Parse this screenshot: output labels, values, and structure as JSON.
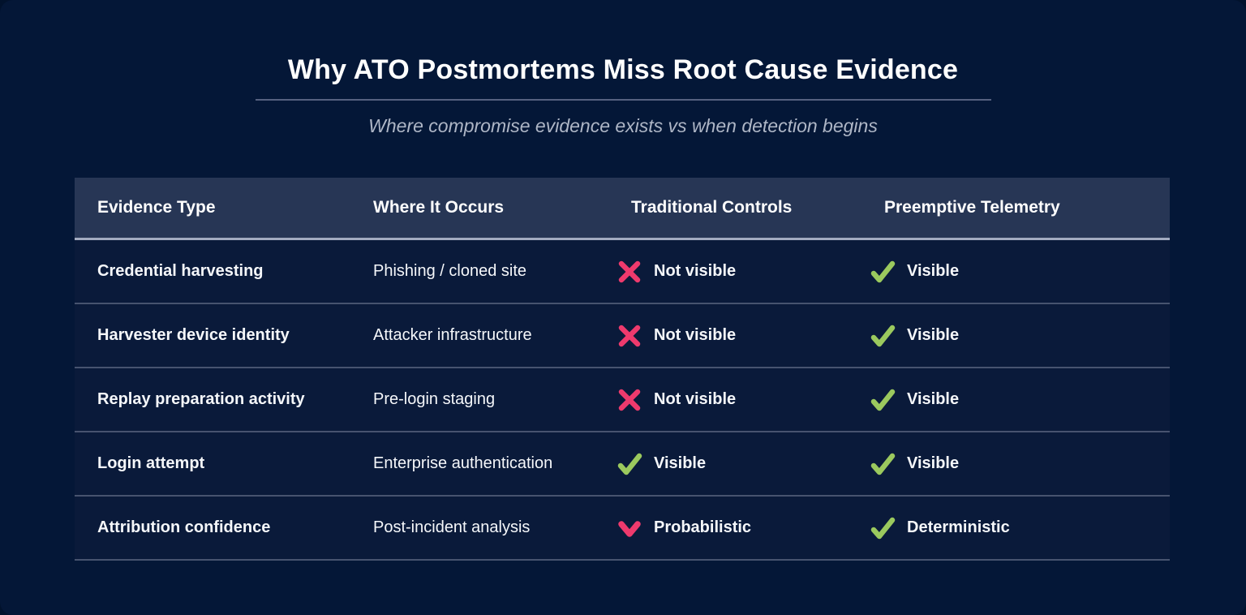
{
  "header": {
    "title": "Why ATO Postmortems Miss Root Cause Evidence",
    "subtitle": "Where compromise evidence exists vs when detection begins"
  },
  "colors": {
    "background": "#041737",
    "table_header_bg": "#273655",
    "row_bg": "#0a1a3a",
    "row_divider": "#47536f",
    "header_underline": "#a3abc0",
    "cross_pink": "#ee3a6d",
    "check_green": "#9bc95e",
    "subtitle_gray": "#aeb6c6"
  },
  "chart_data": {
    "type": "table",
    "title": "Why ATO Postmortems Miss Root Cause Evidence",
    "subtitle": "Where compromise evidence exists vs when detection begins",
    "columns": [
      "Evidence Type",
      "Where It Occurs",
      "Traditional Controls",
      "Preemptive Telemetry"
    ],
    "rows": [
      [
        "Credential harvesting",
        "Phishing / cloned site",
        "Not visible",
        "Visible"
      ],
      [
        "Harvester device identity",
        "Attacker infrastructure",
        "Not visible",
        "Visible"
      ],
      [
        "Replay preparation activity",
        "Pre-login staging",
        "Not visible",
        "Visible"
      ],
      [
        "Login attempt",
        "Enterprise authentication",
        "Visible",
        "Visible"
      ],
      [
        "Attribution confidence",
        "Post-incident analysis",
        "Probabilistic",
        "Deterministic"
      ]
    ]
  },
  "table": {
    "columns": {
      "c1": "Evidence Type",
      "c2": "Where It Occurs",
      "c3": "Traditional Controls",
      "c4": "Preemptive Telemetry"
    },
    "rows": [
      {
        "evidence_type": "Credential harvesting",
        "where_it_occurs": "Phishing / cloned site",
        "traditional": {
          "mark": "cross-icon",
          "status": "Not visible"
        },
        "preemptive": {
          "mark": "check-icon",
          "status": "Visible"
        }
      },
      {
        "evidence_type": "Harvester device identity",
        "where_it_occurs": "Attacker infrastructure",
        "traditional": {
          "mark": "cross-icon",
          "status": "Not visible"
        },
        "preemptive": {
          "mark": "check-icon",
          "status": "Visible"
        }
      },
      {
        "evidence_type": "Replay preparation activity",
        "where_it_occurs": "Pre-login staging",
        "traditional": {
          "mark": "cross-icon",
          "status": "Not visible"
        },
        "preemptive": {
          "mark": "check-icon",
          "status": "Visible"
        }
      },
      {
        "evidence_type": "Login attempt",
        "where_it_occurs": "Enterprise authentication",
        "traditional": {
          "mark": "check-icon",
          "status": "Visible"
        },
        "preemptive": {
          "mark": "check-icon",
          "status": "Visible"
        }
      },
      {
        "evidence_type": "Attribution confidence",
        "where_it_occurs": "Post-incident analysis",
        "traditional": {
          "mark": "chevron-down-icon",
          "status": "Probabilistic"
        },
        "preemptive": {
          "mark": "check-icon",
          "status": "Deterministic"
        }
      }
    ]
  }
}
